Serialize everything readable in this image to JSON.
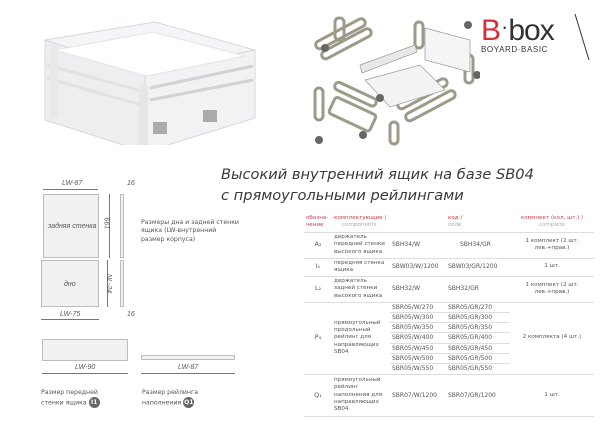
{
  "logo": {
    "b": "B",
    "dot": "·",
    "rest": "box",
    "sub": "BOYARD·BASIC"
  },
  "title": {
    "line1": "Высокий внутренний ящик на базе SB04",
    "line2": "с прямоугольными рейлингами"
  },
  "drawings": {
    "back_wall": {
      "width_label": "LW-87",
      "height_label": "199",
      "thickness_label": "16",
      "label": "задняя стенка"
    },
    "bottom": {
      "width_label": "LW-75",
      "depth_label": "NL-24",
      "thickness_label": "16",
      "label": "дно"
    },
    "note": [
      "Размеры дна и задней стенки",
      "ящика (LW-внутренний",
      "размер корпуса)"
    ],
    "front_wall": {
      "width_label": "LW-90",
      "caption": [
        "Размер передней",
        "стенки ящика"
      ],
      "badge": "I1"
    },
    "rail": {
      "width_label": "LW-87",
      "caption": [
        "Размер рейлинга",
        "наполнения"
      ],
      "badge": "Q1"
    }
  },
  "table": {
    "headers": [
      {
        "ru": "обозна-чение",
        "en": ""
      },
      {
        "ru": "комплектующие /",
        "en": "components"
      },
      {
        "ru": "",
        "en": ""
      },
      {
        "ru": "код /",
        "en": "code"
      },
      {
        "ru": "комплект (кол. шт.) /",
        "en": "complete"
      }
    ],
    "rows": [
      {
        "designation": "A₂",
        "component": "держатель передней стенки высокого ящика",
        "code_w": [
          "SBH34/W"
        ],
        "code_gr": [
          "SBH34/GR"
        ],
        "complete": "1 комплект (2 шт. лев.+прав.)"
      },
      {
        "designation": "I₁",
        "component": "передняя стенка ящика",
        "code_w": [
          "SBW03/W/1200"
        ],
        "code_gr": [
          "SBW03/GR/1200"
        ],
        "complete": "1 шт."
      },
      {
        "designation": "L₂",
        "component": "держатель задней стенки высокого ящика",
        "code_w": [
          "SBH32/W"
        ],
        "code_gr": [
          "SBH32/GR"
        ],
        "complete": "1 комплект (2 шт. лев.+прав.)"
      },
      {
        "designation": "P₄",
        "component": "прямоугольный продольный рейлинг для направляющих SB04",
        "code_w": [
          "SBR05/W/270",
          "SBR05/W/300",
          "SBR05/W/350",
          "SBR05/W/400",
          "SBR05/W/450",
          "SBR05/W/500",
          "SBR05/W/550"
        ],
        "code_gr": [
          "SBR05/GR/270",
          "SBR05/GR/300",
          "SBR05/GR/350",
          "SBR05/GR/400",
          "SBR05/GR/450",
          "SBR05/GR/500",
          "SBR05/GR/550"
        ],
        "complete": "2 комплекта (4 шт.)"
      },
      {
        "designation": "Q₁",
        "component": "прямоугольный рейлинг наполнения для направляющих SB04",
        "code_w": [
          "SBR07/W/1200"
        ],
        "code_gr": [
          "SBR07/GR/1200"
        ],
        "complete": "1 шт."
      }
    ]
  },
  "colors": {
    "accent": "#c0404e",
    "logo_red": "#d4303a",
    "text": "#555555"
  }
}
